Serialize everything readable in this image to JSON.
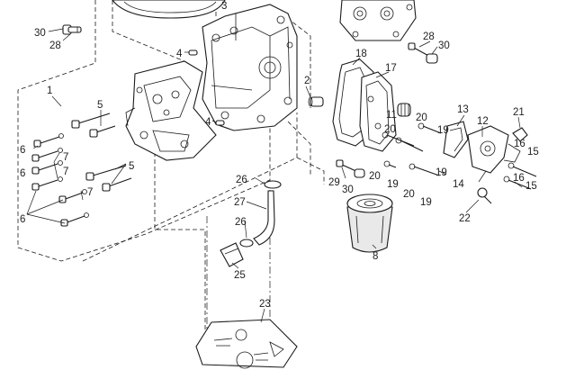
{
  "colors": {
    "line": "#1a1a1a",
    "background": "#ffffff",
    "label": "#222222"
  },
  "callouts": [
    "30",
    "28",
    "1",
    "4",
    "5",
    "6",
    "7",
    "7",
    "6",
    "5",
    "7",
    "6",
    "4",
    "2",
    "18",
    "17",
    "28",
    "30",
    "13",
    "12",
    "21",
    "11",
    "20",
    "19",
    "20",
    "16",
    "15",
    "19",
    "29",
    "30",
    "20",
    "19",
    "20",
    "19",
    "14",
    "16",
    "15",
    "22",
    "26",
    "27",
    "26",
    "25",
    "8",
    "23",
    "3"
  ]
}
